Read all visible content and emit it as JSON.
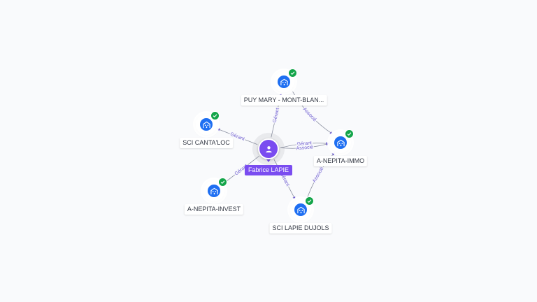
{
  "colors": {
    "person": "#7a4cf0",
    "company": "#1f6ff2",
    "check": "#14a54a",
    "edge": "#8a8fa0",
    "edge_label": "#6d5bd0"
  },
  "person": {
    "name": "Fabrice LAPIE",
    "icon": "person-icon"
  },
  "companies": [
    {
      "id": "puy",
      "name": "PUY MARY - MONT-BLAN...",
      "icon": "building-icon",
      "verified_icon": "check-icon"
    },
    {
      "id": "canta",
      "name": "SCI CANTA'LOC",
      "icon": "building-icon",
      "verified_icon": "check-icon"
    },
    {
      "id": "immo",
      "name": "A-NEPITA-IMMO",
      "icon": "building-icon",
      "verified_icon": "check-icon"
    },
    {
      "id": "invest",
      "name": "A-NEPITA-INVEST",
      "icon": "building-icon",
      "verified_icon": "check-icon"
    },
    {
      "id": "dujols",
      "name": "SCI LAPIE DUJOLS",
      "icon": "building-icon",
      "verified_icon": "check-icon"
    }
  ],
  "edges": [
    {
      "from": "person",
      "to": "puy",
      "label": "Gérant"
    },
    {
      "from": "person",
      "to": "canta",
      "label": "Gérant"
    },
    {
      "from": "person",
      "to": "immo",
      "label": "Gérant"
    },
    {
      "from": "person",
      "to": "immo",
      "label": "Associé"
    },
    {
      "from": "person",
      "to": "invest",
      "label": "Gérant"
    },
    {
      "from": "person",
      "to": "dujols",
      "label": "Gérant"
    },
    {
      "from": "puy",
      "to": "immo",
      "label": "Associé"
    },
    {
      "from": "dujols",
      "to": "immo",
      "label": "Associé"
    }
  ]
}
